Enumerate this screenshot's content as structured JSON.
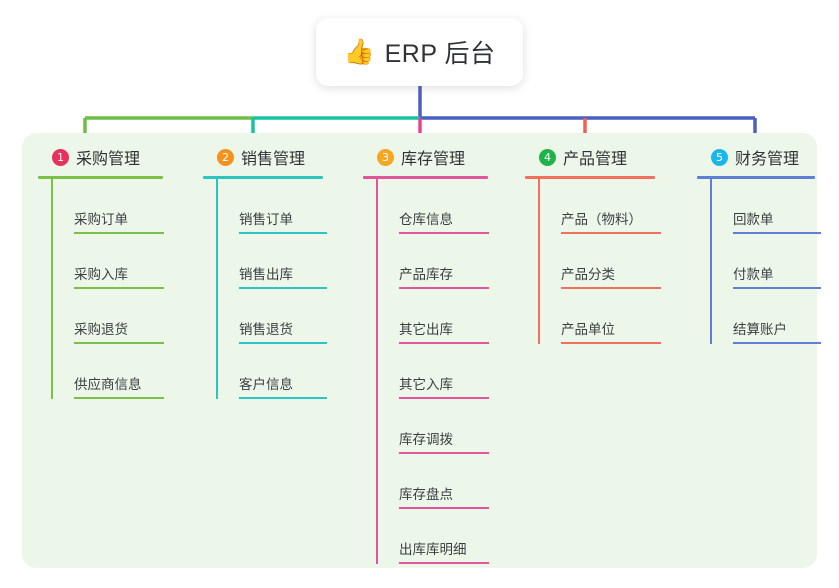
{
  "root": {
    "icon": "thumbs-up-emoji",
    "emoji": "👍",
    "title": "ERP 后台"
  },
  "palette": {
    "panel_background": "#edf7e9",
    "page_background": "#ffffff",
    "text": "#2f3338",
    "trunk_blue": "#4a5fc1",
    "bar_green": "#6fbd44",
    "bar_teal": "#17c2a4"
  },
  "columns": [
    {
      "number": "1",
      "title": "采购管理",
      "badge_color": "#e8315c",
      "line_color": "#7cc04a",
      "connector_color": "#6fbd44",
      "items": [
        "采购订单",
        "采购入库",
        "采购退货",
        "供应商信息"
      ]
    },
    {
      "number": "2",
      "title": "销售管理",
      "badge_color": "#f5921e",
      "line_color": "#2ec5c0",
      "connector_color": "#17c2a4",
      "items": [
        "销售订单",
        "销售出库",
        "销售退货",
        "客户信息"
      ]
    },
    {
      "number": "3",
      "title": "库存管理",
      "badge_color": "#f5a623",
      "line_color": "#e0559c",
      "connector_color": "#e8438f",
      "items": [
        "仓库信息",
        "产品库存",
        "其它出库",
        "其它入库",
        "库存调拨",
        "库存盘点",
        "出库库明细"
      ]
    },
    {
      "number": "4",
      "title": "产品管理",
      "badge_color": "#22b24c",
      "line_color": "#f2705e",
      "connector_color": "#f2604f",
      "items": [
        "产品（物料）",
        "产品分类",
        "产品单位"
      ]
    },
    {
      "number": "5",
      "title": "财务管理",
      "badge_color": "#1ab7ea",
      "line_color": "#5f7fd4",
      "connector_color": "#4a5fc1",
      "items": [
        "回款单",
        "付款单",
        "结算账户"
      ]
    }
  ]
}
